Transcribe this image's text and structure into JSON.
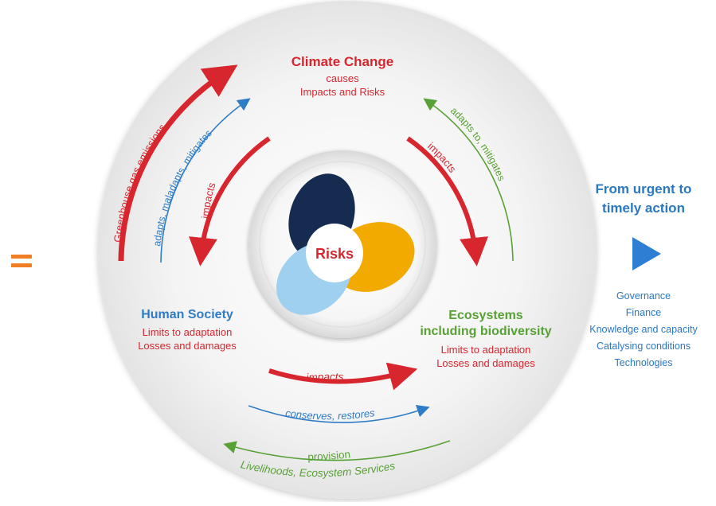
{
  "center": {
    "label": "Risks"
  },
  "climate_change": {
    "title": "Climate Change",
    "line1": "causes",
    "line2": "Impacts and Risks"
  },
  "human_society": {
    "title": "Human Society",
    "line1": "Limits to adaptation",
    "line2": "Losses and damages"
  },
  "ecosystems": {
    "title_line1": "Ecosystems",
    "title_line2": "including biodiversity",
    "line1": "Limits to adaptation",
    "line2": "Losses and damages"
  },
  "arrows": {
    "greenhouse": "Greenhouse gas emissions",
    "adapts_maladapts": "adapts, maladapts, mitigates",
    "impacts_left": "impacts",
    "impacts_right": "impacts",
    "adapts_to": "adapts to, mitigates",
    "impacts_bottom": "impacts",
    "conserves": "conserves, restores",
    "provision": "provision",
    "livelihoods": "Livelihoods, Ecosystem Services"
  },
  "side_panel": {
    "title_line1": "From urgent to",
    "title_line2": "timely action",
    "items": [
      "Governance",
      "Finance",
      "Knowledge and capacity",
      "Catalysing conditions",
      "Technologies"
    ]
  },
  "colors": {
    "red": "#d8262f",
    "green": "#58a135",
    "blue": "#2f7cc6",
    "navy": "#152b4f",
    "orange": "#f2a900",
    "light_blue": "#9fd0ef",
    "equals": "#ef7d22"
  }
}
